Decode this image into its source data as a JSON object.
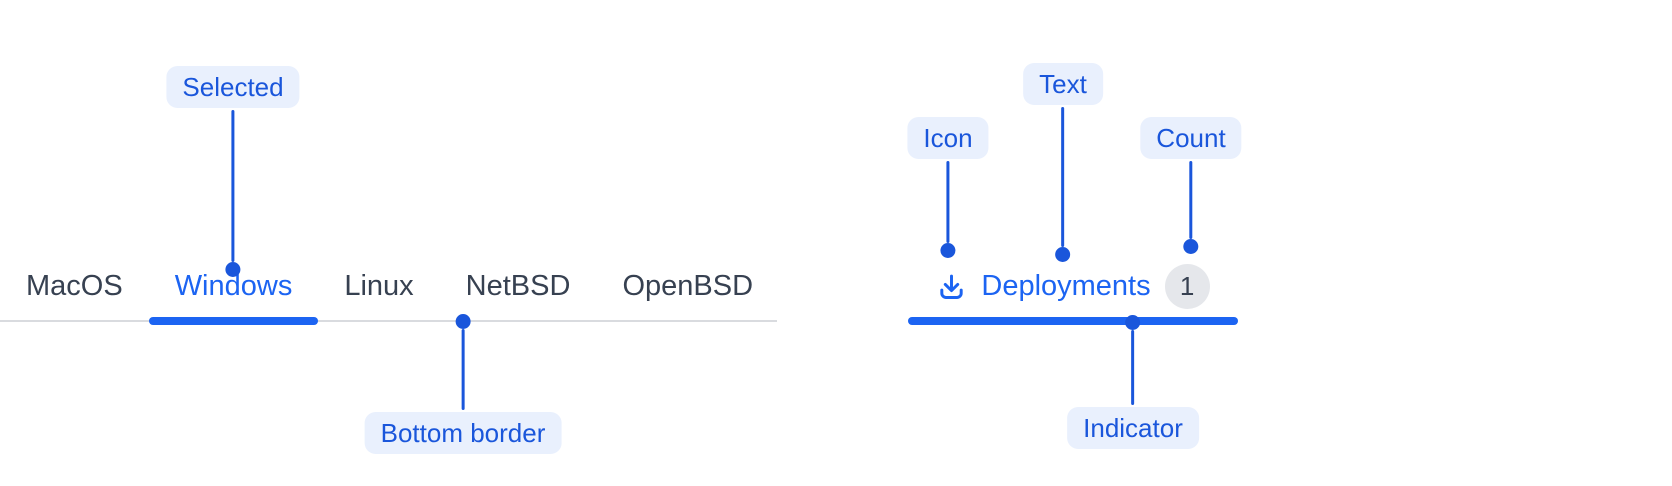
{
  "annotations": {
    "selected": "Selected",
    "bottom_border": "Bottom border",
    "icon": "Icon",
    "text": "Text",
    "count": "Count",
    "indicator": "Indicator"
  },
  "tabs_left": {
    "items": [
      {
        "label": "MacOS",
        "selected": false
      },
      {
        "label": "Windows",
        "selected": true
      },
      {
        "label": "Linux",
        "selected": false
      },
      {
        "label": "NetBSD",
        "selected": false
      },
      {
        "label": "OpenBSD",
        "selected": false
      }
    ]
  },
  "tab_right": {
    "icon": "download-icon",
    "label": "Deployments",
    "count": "1"
  },
  "colors": {
    "accent_blue": "#1c64f2",
    "annotation_blue": "#1a56db",
    "pill_background": "#e9f0fd",
    "tab_text": "#374151",
    "tabbar_border": "#d9dbdf",
    "badge_background": "#e5e7eb",
    "badge_text": "#374151",
    "page_background": "#ffffff"
  }
}
